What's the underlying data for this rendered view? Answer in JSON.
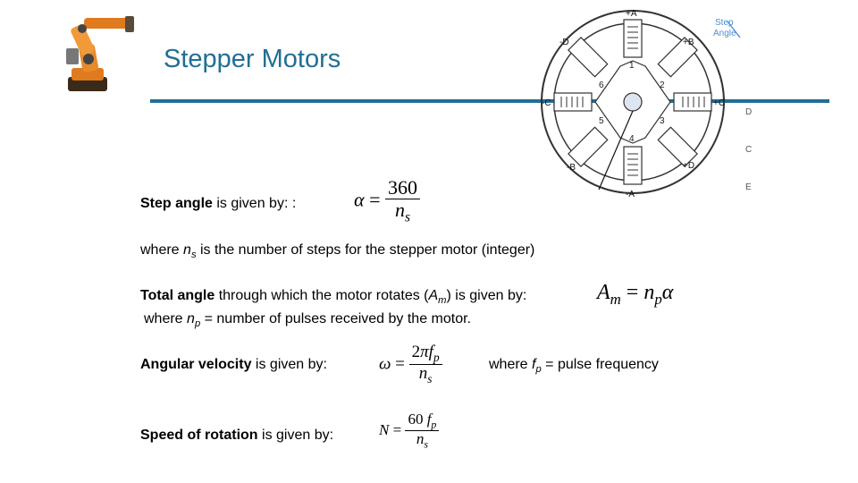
{
  "slide": {
    "title": "Stepper Motors"
  },
  "formulas": {
    "step_angle": {
      "lhs": "α",
      "eq": "=",
      "num": "360",
      "den_main": "n",
      "den_sub": "s"
    },
    "total_angle": {
      "lhs_main": "A",
      "lhs_sub": "m",
      "eq": "=",
      "r1": "n",
      "r1_sub": "p",
      "r2": "α"
    },
    "angular_velocity": {
      "lhs": "ω",
      "eq": "=",
      "num_a": "2",
      "num_b": "π",
      "num_c": "f",
      "num_sub": "p",
      "den_main": "n",
      "den_sub": "s"
    },
    "speed": {
      "lhs": "N",
      "eq": "=",
      "num_a": "60",
      "num_c": "f",
      "num_sub": "p",
      "den_main": "n",
      "den_sub": "s"
    }
  },
  "text": {
    "step_angle_bold": "Step angle",
    "step_angle_rest": " is given by: :",
    "where1_a": "where ",
    "where1_n": "n",
    "where1_sub": "s",
    "where1_b": " is the number of steps for the stepper motor (integer)",
    "total_bold": "Total angle",
    "total_rest_a": " through which the motor rotates (",
    "total_A": "A",
    "total_sub": "m",
    "total_rest_b": ") is given by:",
    "where2_a": "where ",
    "where2_n": "n",
    "where2_sub": "p",
    "where2_b": " = number of pulses received by the motor.",
    "angular_bold": "Angular velocity",
    "angular_rest": " is given by:",
    "freq_a": "where ",
    "freq_f": "f",
    "freq_sub": "p",
    "freq_b": " = pulse frequency",
    "speed_bold": "Speed of rotation",
    "speed_rest": " is given by:"
  },
  "diagram": {
    "pole_labels": [
      "+A",
      "-A",
      "+B",
      "-B",
      "+C",
      "-C",
      "+D",
      "-D"
    ],
    "rotor_teeth": [
      "1",
      "2",
      "3",
      "4",
      "5",
      "6"
    ],
    "step_angle_label_1": "Step",
    "step_angle_label_2": "Angle",
    "side_letters": [
      "D",
      "C",
      "E"
    ],
    "accent": "#1f6f94"
  }
}
